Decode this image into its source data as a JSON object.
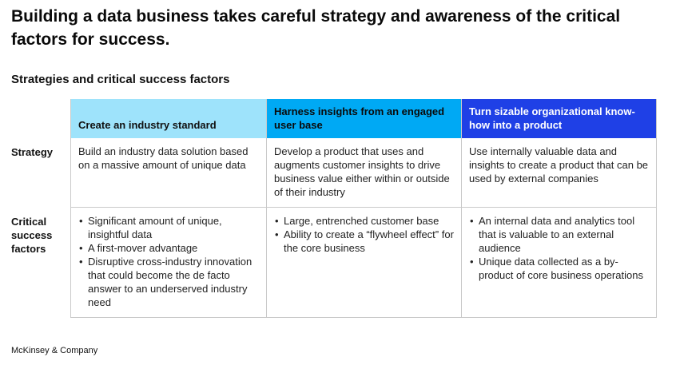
{
  "title": "Building a data business takes careful strategy and awareness of the critical factors for success.",
  "subtitle": "Strategies and critical success factors",
  "row_labels": {
    "strategy": "Strategy",
    "critical": "Critical success factors"
  },
  "columns": [
    {
      "header": "Create an industry standard",
      "header_bg": "#9ee3fb",
      "header_fg": "#111111",
      "strategy": "Build an industry data solution based on a massive amount of unique data",
      "factors": [
        "Significant amount of unique, insightful data",
        "A first-mover advantage",
        "Disruptive cross-industry innovation that could become the de facto answer to an underserved industry need"
      ]
    },
    {
      "header": "Harness insights from an engaged user base",
      "header_bg": "#00a9f4",
      "header_fg": "#0a0a0a",
      "strategy": "Develop a product that uses and augments customer insights to drive business value either within or outside of their industry",
      "factors": [
        "Large, entrenched customer base",
        "Ability to create a “flywheel effect” for the core business"
      ]
    },
    {
      "header": "Turn sizable organizational know-how into a product",
      "header_bg": "#1f40e6",
      "header_fg": "#ffffff",
      "strategy": "Use internally valuable data and insights to create a product that can be used by external companies",
      "factors": [
        "An internal data and analytics tool that is valuable to an external audience",
        "Unique data collected as a by-product of core business operations"
      ]
    }
  ],
  "footer": "McKinsey & Company"
}
